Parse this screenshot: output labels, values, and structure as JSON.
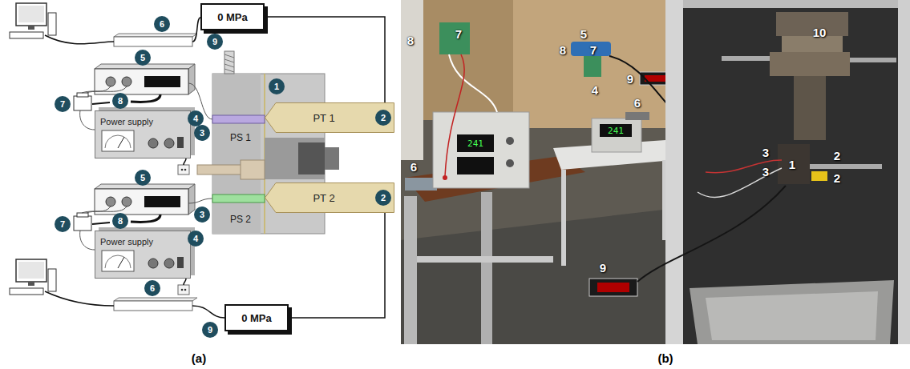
{
  "diagram": {
    "nodes": [
      {
        "text": [
          "0 MPa"
        ]
      },
      {
        "text": [
          "Power supply"
        ]
      },
      {
        "text": [
          "PT 1"
        ]
      },
      {
        "text": [
          "Power supply"
        ]
      },
      {
        "text": [
          "PT 2"
        ]
      },
      {
        "text": [
          "0 MPa"
        ]
      }
    ],
    "edges": [
      {
        "from": 2,
        "to": 0,
        "arrow": "none"
      },
      {
        "from": 4,
        "to": 5,
        "arrow": "none"
      }
    ],
    "labels": [
      "(a)",
      "(b)",
      "6",
      "9",
      "5",
      "7",
      "8",
      "4",
      "1",
      "3",
      "2",
      "3",
      "2",
      "5",
      "7",
      "8",
      "4",
      "6",
      "9",
      "PS 1",
      "PS 2",
      "8",
      "7",
      "5",
      "8",
      "7",
      "4",
      "9",
      "6",
      "6",
      "9",
      "10",
      "1",
      "2",
      "2",
      "3",
      "3",
      "241",
      "241"
    ]
  }
}
